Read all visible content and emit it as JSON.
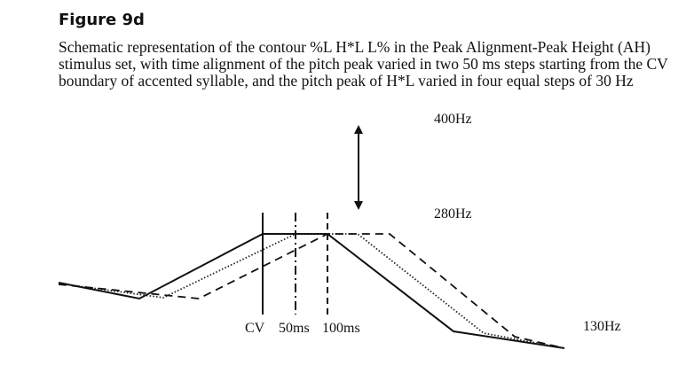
{
  "figure": {
    "title": "Figure 9d",
    "caption": "Schematic representation of the contour %L H*L L% in the Peak Alignment-Peak Height (AH) stimulus set, with time alignment of the pitch peak varied in two 50 ms steps starting from the CV boundary of accented syllable, and the pitch peak of H*L varied in four equal steps of 30 Hz"
  },
  "diagram": {
    "pitch_labels": {
      "top": "400Hz",
      "middle": "280Hz",
      "bottom": "130Hz"
    },
    "alignment_labels": {
      "cv": "CV",
      "step1": "50ms",
      "step2": "100ms"
    },
    "contours": [
      {
        "peak_alignment": "CV",
        "line_style": "solid"
      },
      {
        "peak_alignment": "50ms",
        "line_style": "dotted"
      },
      {
        "peak_alignment": "100ms",
        "line_style": "dashed"
      }
    ]
  }
}
